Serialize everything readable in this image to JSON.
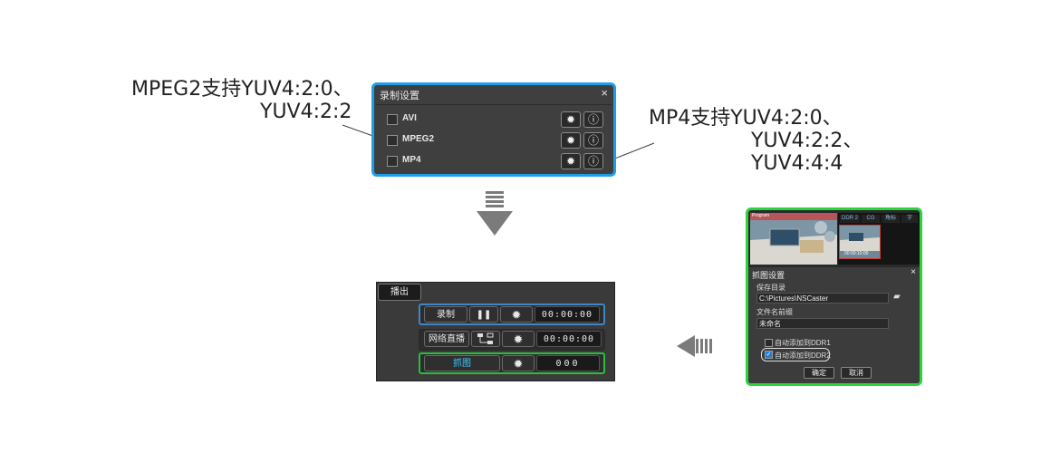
{
  "annotations": {
    "left_line1": "MPEG2支持YUV4:2:0、",
    "left_line2": "YUV4:2:2",
    "right_line1": "MP4支持YUV4:2:0、",
    "right_line2": "YUV4:2:2、",
    "right_line3": "YUV4:4:4"
  },
  "rec_dialog": {
    "title": "录制设置",
    "close": "×",
    "formats": [
      {
        "label": "AVI",
        "checked": false
      },
      {
        "label": "MPEG2",
        "checked": false
      },
      {
        "label": "MP4",
        "checked": false
      }
    ]
  },
  "main_panel": {
    "tab": "播出",
    "record": {
      "label": "录制",
      "timer": "00:00:00"
    },
    "stream": {
      "label": "网络直播",
      "timer": "00:00:00"
    },
    "capture": {
      "label": "抓图",
      "counter": "000"
    }
  },
  "capture_dialog": {
    "preview_label": "Program",
    "tabs": [
      "DDR 2",
      "CG",
      "角标",
      "字"
    ],
    "thumb_label": "00:00:10:00",
    "title": "抓图设置",
    "close": "×",
    "save_dir_label": "保存目录",
    "save_dir_value": "C:\\Pictures\\NSCaster",
    "prefix_label": "文件名前缀",
    "prefix_value": "未命名",
    "ddr1_label": "自动添加到DDR1",
    "ddr1_checked": false,
    "ddr2_label": "自动添加到DDR2",
    "ddr2_checked": true,
    "ok": "确定",
    "cancel": "取消"
  },
  "colors": {
    "highlight_blue": "#1e9ee8",
    "highlight_green": "#2bd43c",
    "panel_bg": "#3a3a3a"
  }
}
